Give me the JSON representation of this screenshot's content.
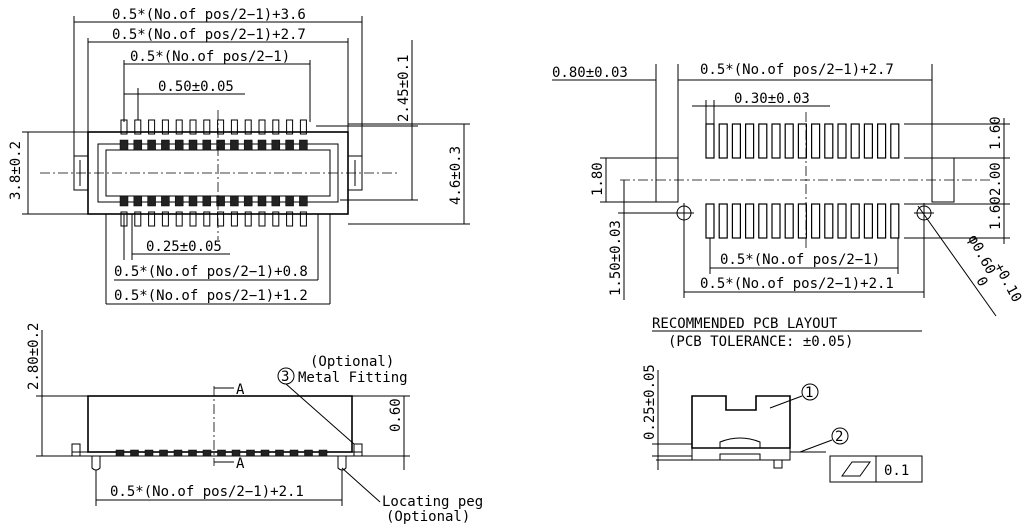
{
  "top_view": {
    "dim_overall": "0.5*(No.of pos/2−1)+3.6",
    "dim_body": "0.5*(No.of pos/2−1)+2.7",
    "dim_pitch_span": "0.5*(No.of pos/2−1)",
    "dim_pitch": "0.50±0.05",
    "dim_lead_height": "2.45±0.1",
    "dim_body_width": "3.8±0.2",
    "dim_overall_width": "4.6±0.3",
    "dim_lead_width": "0.25±0.05",
    "dim_lead_span": "0.5*(No.of pos/2−1)+0.8",
    "dim_housing": "0.5*(No.of pos/2−1)+1.2"
  },
  "side_view": {
    "dim_height": "2.80±0.2",
    "dim_step": "0.60",
    "section_label": "A",
    "note_optional": "(Optional)",
    "note_fitting_num": "3",
    "note_fitting": "Metal Fitting",
    "dim_bottom": "0.5*(No.of pos/2−1)+2.1",
    "note_peg": "Locating peg",
    "note_peg_optional": "(Optional)"
  },
  "pcb_layout": {
    "dim_fitting_pad": "0.80±0.03",
    "dim_pad_span": "0.5*(No.of pos/2−1)+2.7",
    "dim_pad_width": "0.30±0.03",
    "dim_row_height": "1.60",
    "dim_row_gap": "2.00",
    "dim_row_height_2": "1.60",
    "dim_fitting_height": "1.80",
    "dim_hole_offset": "1.50±0.03",
    "dim_hole": "φ0.60",
    "dim_hole_tol_plus": "+0.10",
    "dim_hole_tol_minus": "0",
    "dim_pitch_span": "0.5*(No.of pos/2−1)",
    "dim_hole_span": "0.5*(No.of pos/2−1)+2.1",
    "title": "RECOMMENDED PCB LAYOUT",
    "subtitle": "(PCB TOLERANCE: ±0.05)"
  },
  "section_view": {
    "dim_coplanarity_h": "0.25±0.05",
    "balloon_1": "1",
    "balloon_2": "2",
    "flatness_value": "0.1"
  }
}
